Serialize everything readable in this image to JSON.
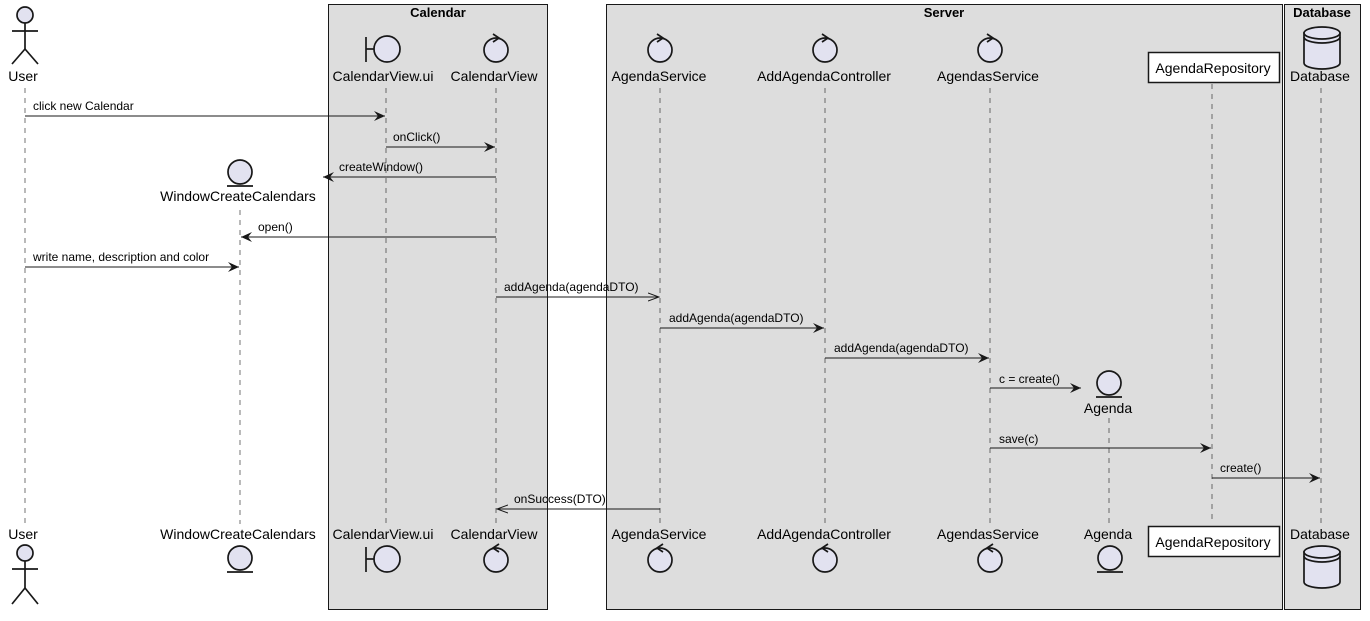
{
  "boxes": {
    "calendar": "Calendar",
    "server": "Server",
    "database": "Database"
  },
  "participants": {
    "user": "User",
    "window": "WindowCreateCalendars",
    "calendar_view_ui": "CalendarView.ui",
    "calendar_view": "CalendarView",
    "agenda_service": "AgendaService",
    "add_agenda_controller": "AddAgendaController",
    "agendas_service": "AgendasService",
    "agenda": "Agenda",
    "agenda_repository": "AgendaRepository",
    "database": "Database"
  },
  "messages": {
    "m1": "click new Calendar",
    "m2": "onClick()",
    "m3": "createWindow()",
    "m4": "open()",
    "m5": "write name, description and color",
    "m6": "addAgenda(agendaDTO)",
    "m7": "addAgenda(agendaDTO)",
    "m8": "addAgenda(agendaDTO)",
    "m9": "c = create()",
    "m10": "save(c)",
    "m11": "create()",
    "m12": "onSuccess(DTO)"
  },
  "colors": {
    "box_fill": "#dddddd",
    "participant_fill": "#ffffff",
    "line": "#181818"
  }
}
